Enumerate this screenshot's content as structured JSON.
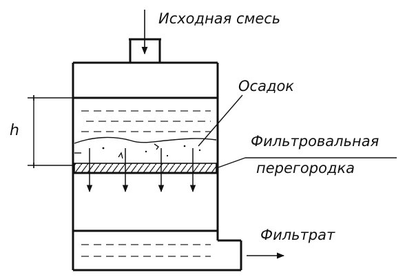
{
  "labels": {
    "feed": "Исходная смесь",
    "sediment": "Осадок",
    "partition_line1": "Фильтровальная",
    "partition_line2": "перегородка",
    "filtrate": "Фильтрат",
    "height": "h"
  }
}
